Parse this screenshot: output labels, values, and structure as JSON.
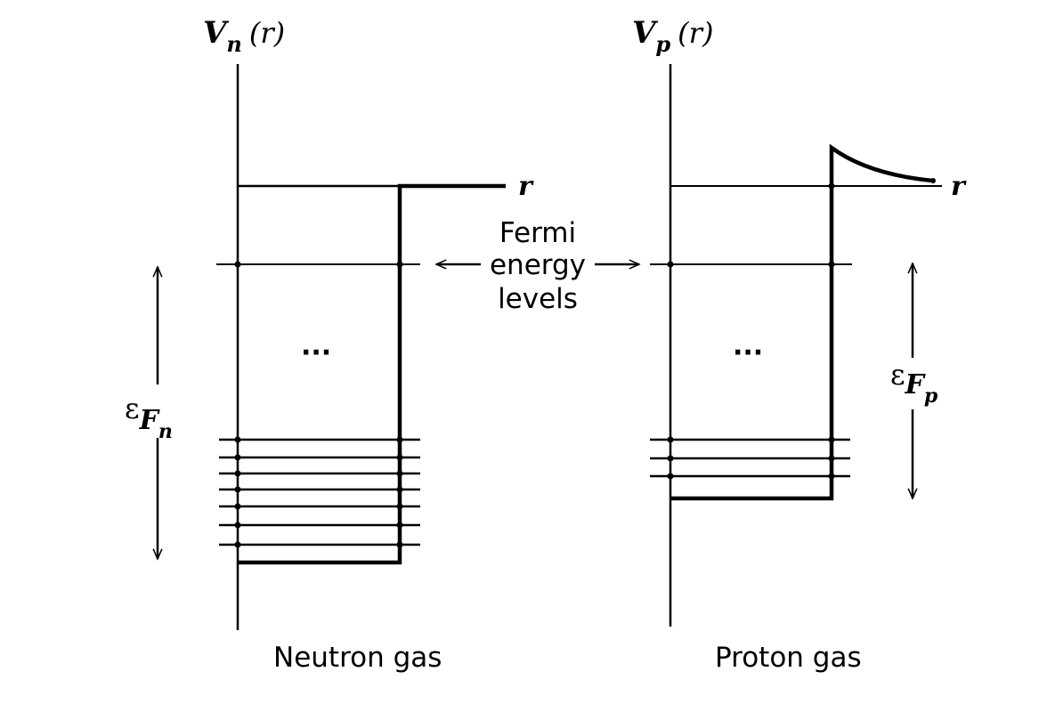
{
  "neutron": {
    "potential_symbol": "V",
    "potential_subscript": "n",
    "potential_arg": "(r)",
    "axis_label": "r",
    "fermi_symbol": "ε",
    "fermi_sub": "F",
    "fermi_subsub": "n",
    "dots": "···",
    "caption": "Neutron gas"
  },
  "proton": {
    "potential_symbol": "V",
    "potential_subscript": "p",
    "potential_arg": "(r)",
    "axis_label": "r",
    "fermi_symbol": "ε",
    "fermi_sub": "F",
    "fermi_subsub": "p",
    "dots": "···",
    "caption": "Proton gas"
  },
  "center_label": {
    "line1": "Fermi",
    "line2": "energy",
    "line3": "levels"
  },
  "colors": {
    "ink": "#000000",
    "background": "#ffffff"
  }
}
